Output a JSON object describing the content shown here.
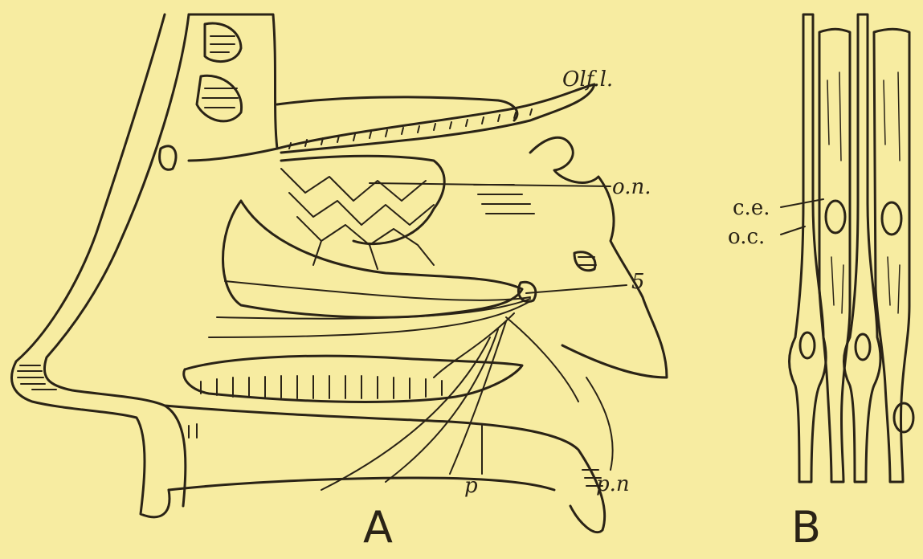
{
  "figure": {
    "background": "#f7eca1",
    "ink": "#2a2316",
    "panel_a": {
      "letter": "A",
      "labels": {
        "olf": "Olf.l.",
        "on": "o.n.",
        "five": "5",
        "p": "p",
        "pn": "p.n"
      }
    },
    "panel_b": {
      "letter": "B",
      "labels": {
        "ce": "c.e.",
        "oc": "o.c."
      }
    }
  }
}
